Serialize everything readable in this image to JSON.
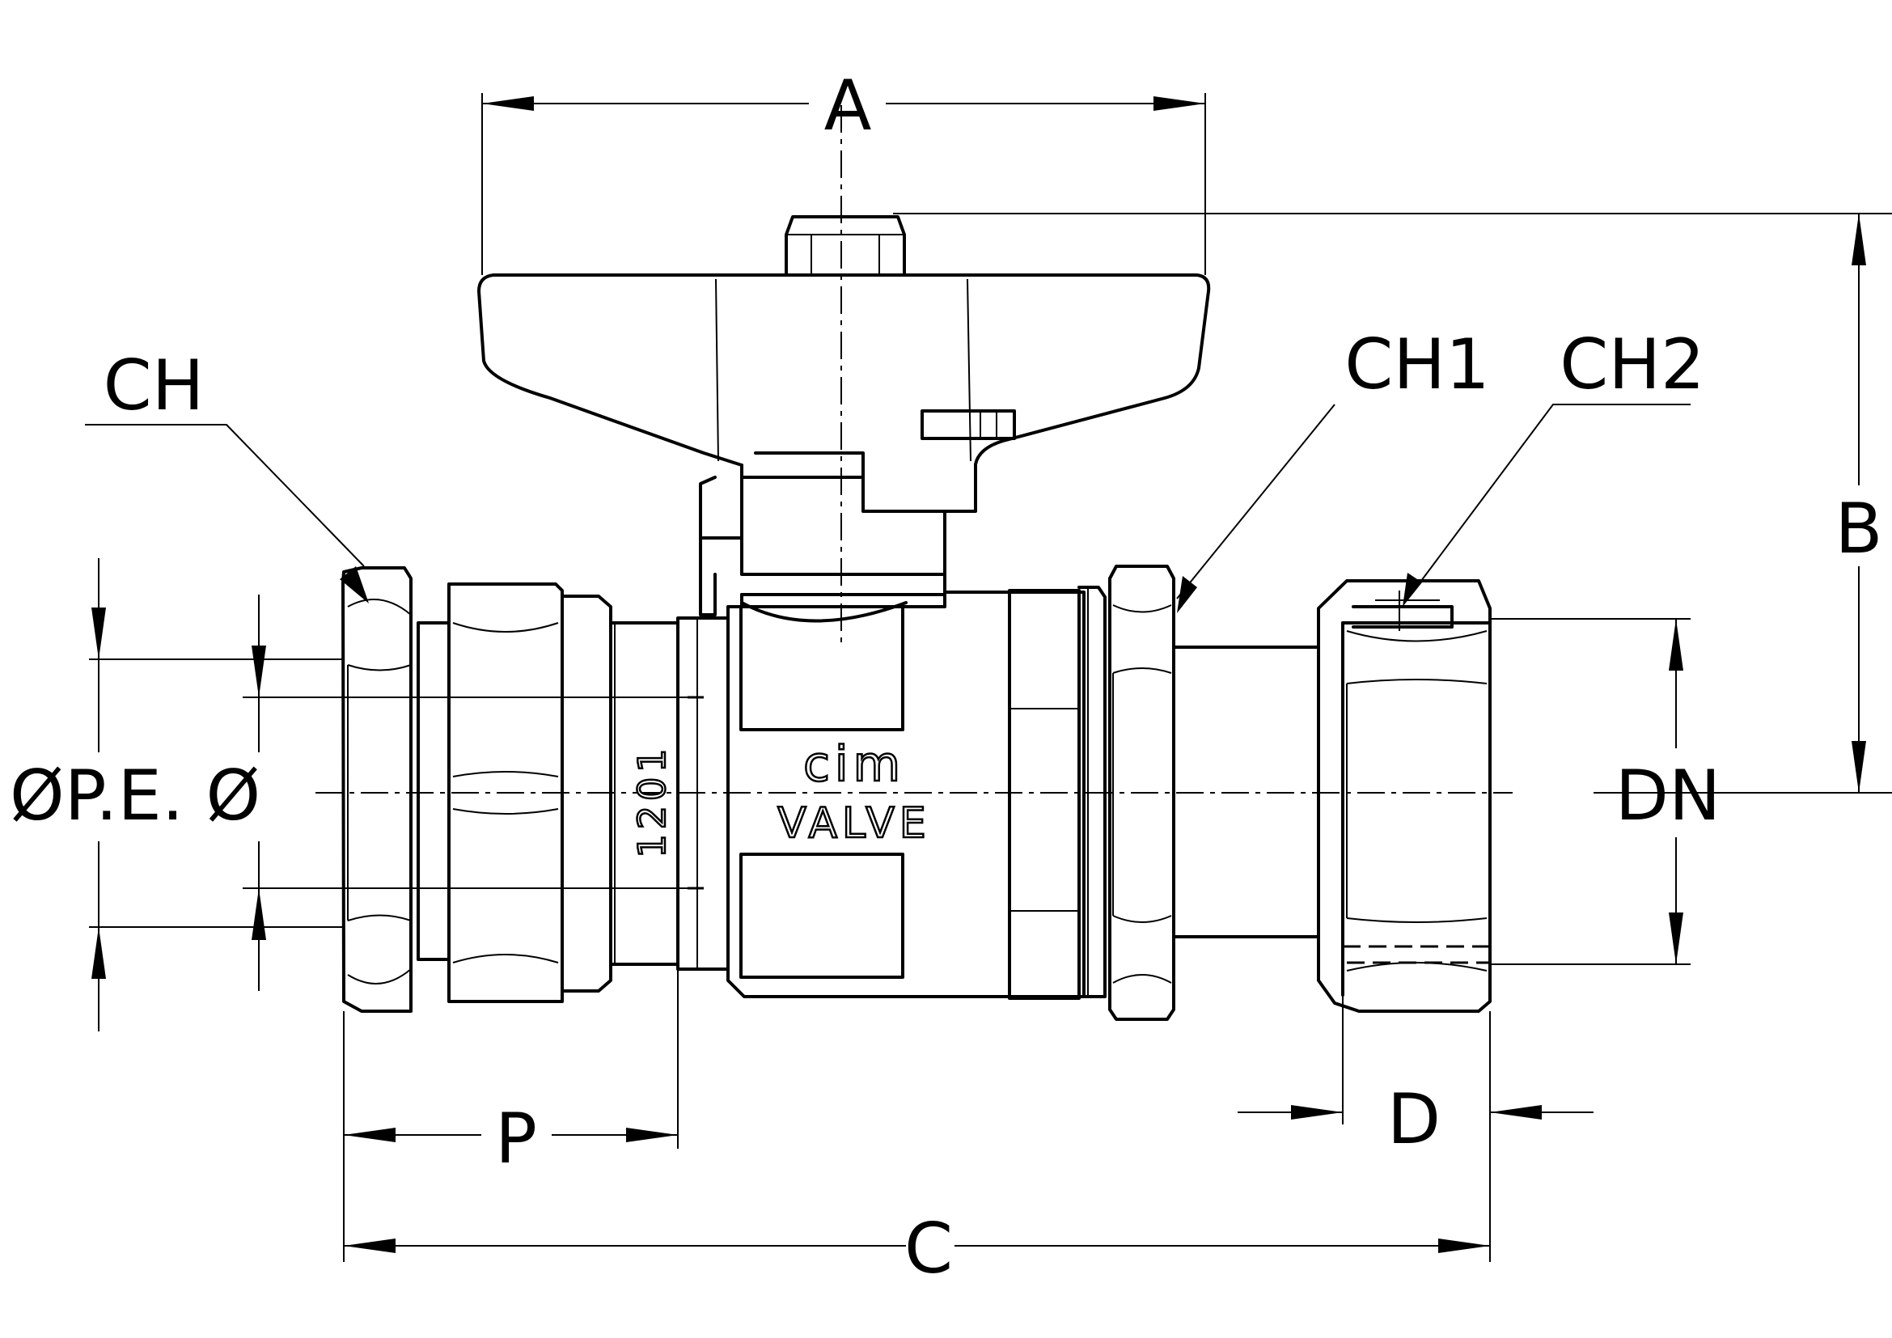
{
  "labels": {
    "A": "A",
    "B": "B",
    "C": "C",
    "D": "D",
    "P": "P",
    "CH": "CH",
    "CH1": "CH1",
    "CH2": "CH2",
    "DN": "DN",
    "pe_diameter": "ØP.E. Ø"
  },
  "body_marking": {
    "brand": "cim",
    "product": "VALVE",
    "code": "1201"
  },
  "colors": {
    "line": "#000000",
    "background": "#ffffff"
  }
}
